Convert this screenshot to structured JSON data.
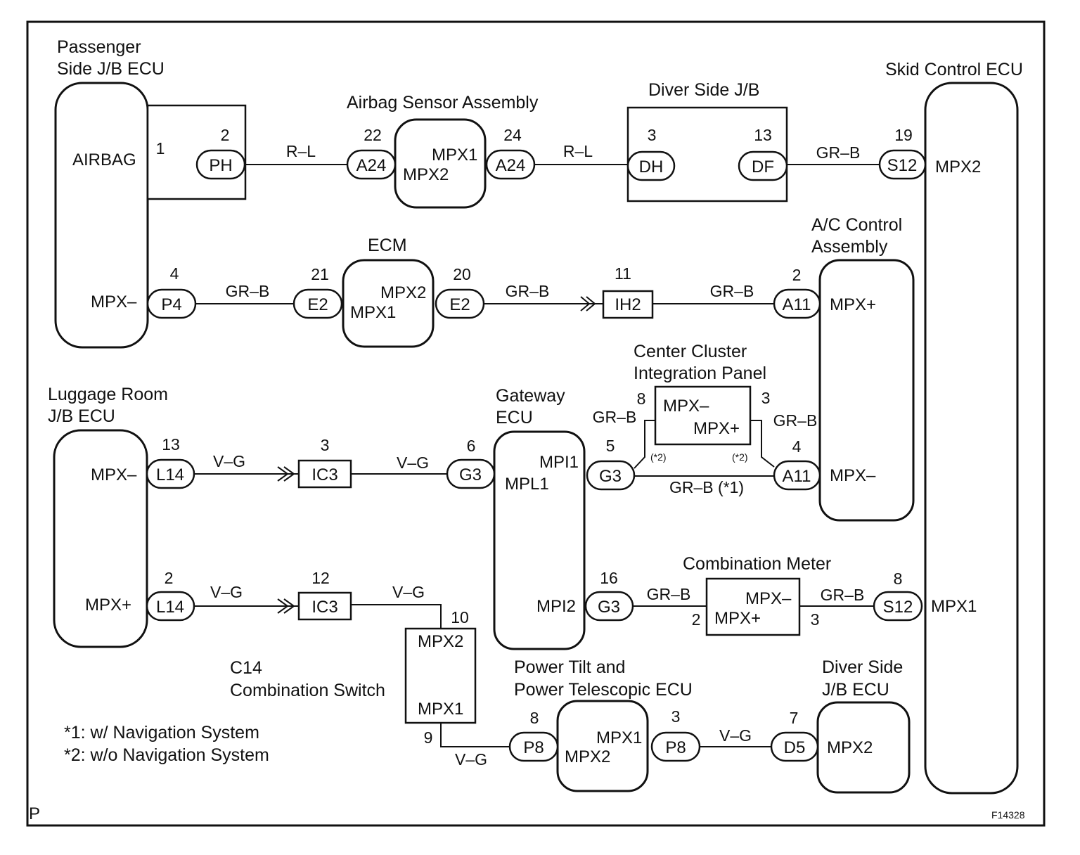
{
  "components": {
    "passenger_jb": {
      "title_1": "Passenger",
      "title_2": "Side J/B ECU",
      "port_airbag": "AIRBAG",
      "port_mpx_minus": "MPX–"
    },
    "airbag_sensor": {
      "title": "Airbag Sensor Assembly",
      "port_a": "MPX1",
      "port_b": "MPX2"
    },
    "driver_jb": {
      "title": "Diver Side J/B"
    },
    "skid_ecu": {
      "title": "Skid Control ECU",
      "port_top": "MPX2",
      "port_bottom": "MPX1"
    },
    "ecm": {
      "title": "ECM",
      "port_a": "MPX2",
      "port_b": "MPX1"
    },
    "ac_control": {
      "title_1": "A/C Control",
      "title_2": "Assembly",
      "port_top": "MPX+",
      "port_bottom": "MPX–"
    },
    "center_cluster": {
      "title_1": "Center Cluster",
      "title_2": "Integration Panel",
      "port_a": "MPX–",
      "port_b": "MPX+",
      "note_left": "(*2)",
      "note_right": "(*2)"
    },
    "luggage_jb": {
      "title_1": "Luggage Room",
      "title_2": "J/B ECU",
      "port_top": "MPX–",
      "port_bottom": "MPX+"
    },
    "gateway_ecu": {
      "title_1": "Gateway",
      "title_2": "ECU",
      "port_a": "MPI1",
      "port_b": "MPL1",
      "port_c": "MPI2"
    },
    "combination_meter": {
      "title": "Combination Meter",
      "port_a": "MPX–",
      "port_b": "MPX+"
    },
    "combination_switch": {
      "title_1": "C14",
      "title_2": "Combination Switch",
      "port_top": "MPX2",
      "port_bottom": "MPX1"
    },
    "power_tilt_ecu": {
      "title_1": "Power Tilt and",
      "title_2": "Power Telescopic ECU",
      "port_a": "MPX1",
      "port_b": "MPX2"
    },
    "driver_jb_ecu": {
      "title_1": "Diver Side",
      "title_2": "J/B ECU",
      "port": "MPX2"
    }
  },
  "connectors": {
    "ph": "PH",
    "a24": "A24",
    "dh": "DH",
    "df": "DF",
    "s12": "S12",
    "p4": "P4",
    "e2": "E2",
    "ih2": "IH2",
    "a11": "A11",
    "l14": "L14",
    "ic3": "IC3",
    "g3": "G3",
    "p8": "P8",
    "d5": "D5"
  },
  "pins": {
    "airbag_1": "1",
    "ph_2": "2",
    "a24_22": "22",
    "a24_24": "24",
    "dh_3": "3",
    "df_13": "13",
    "s12_19": "19",
    "p4_4": "4",
    "e2_21": "21",
    "e2_20": "20",
    "ih2_11": "11",
    "a11_2": "2",
    "cc_8": "8",
    "cc_3": "3",
    "l14_13": "13",
    "ic3_3": "3",
    "g3_6": "6",
    "g3_5": "5",
    "a11_4": "4",
    "l14_2": "2",
    "ic3_12": "12",
    "g3_16": "16",
    "cm_2": "2",
    "cm_3": "3",
    "s12_8": "8",
    "cs_10": "10",
    "cs_9": "9",
    "p8_8": "8",
    "p8_3": "3",
    "d5_7": "7"
  },
  "wires": {
    "rl_1": "R–L",
    "rl_2": "R–L",
    "grb_skid": "GR–B",
    "grb_p4": "GR–B",
    "grb_e2": "GR–B",
    "grb_ih2": "GR–B",
    "grb_cc_left": "GR–B",
    "grb_cc_right": "GR–B",
    "grb_nav": "GR–B (*1)",
    "vg_l14_top": "V–G",
    "vg_ic3_top": "V–G",
    "vg_l14_bot": "V–G",
    "vg_ic3_bot": "V–G",
    "grb_g3_16": "GR–B",
    "grb_cm_s12": "GR–B",
    "vg_cs_p8": "V–G",
    "vg_p8_d5": "V–G"
  },
  "notes": {
    "n1": "*1: w/ Navigation System",
    "n2": "*2: w/o Navigation System"
  },
  "corner": {
    "left": "P",
    "right": "F14328"
  }
}
